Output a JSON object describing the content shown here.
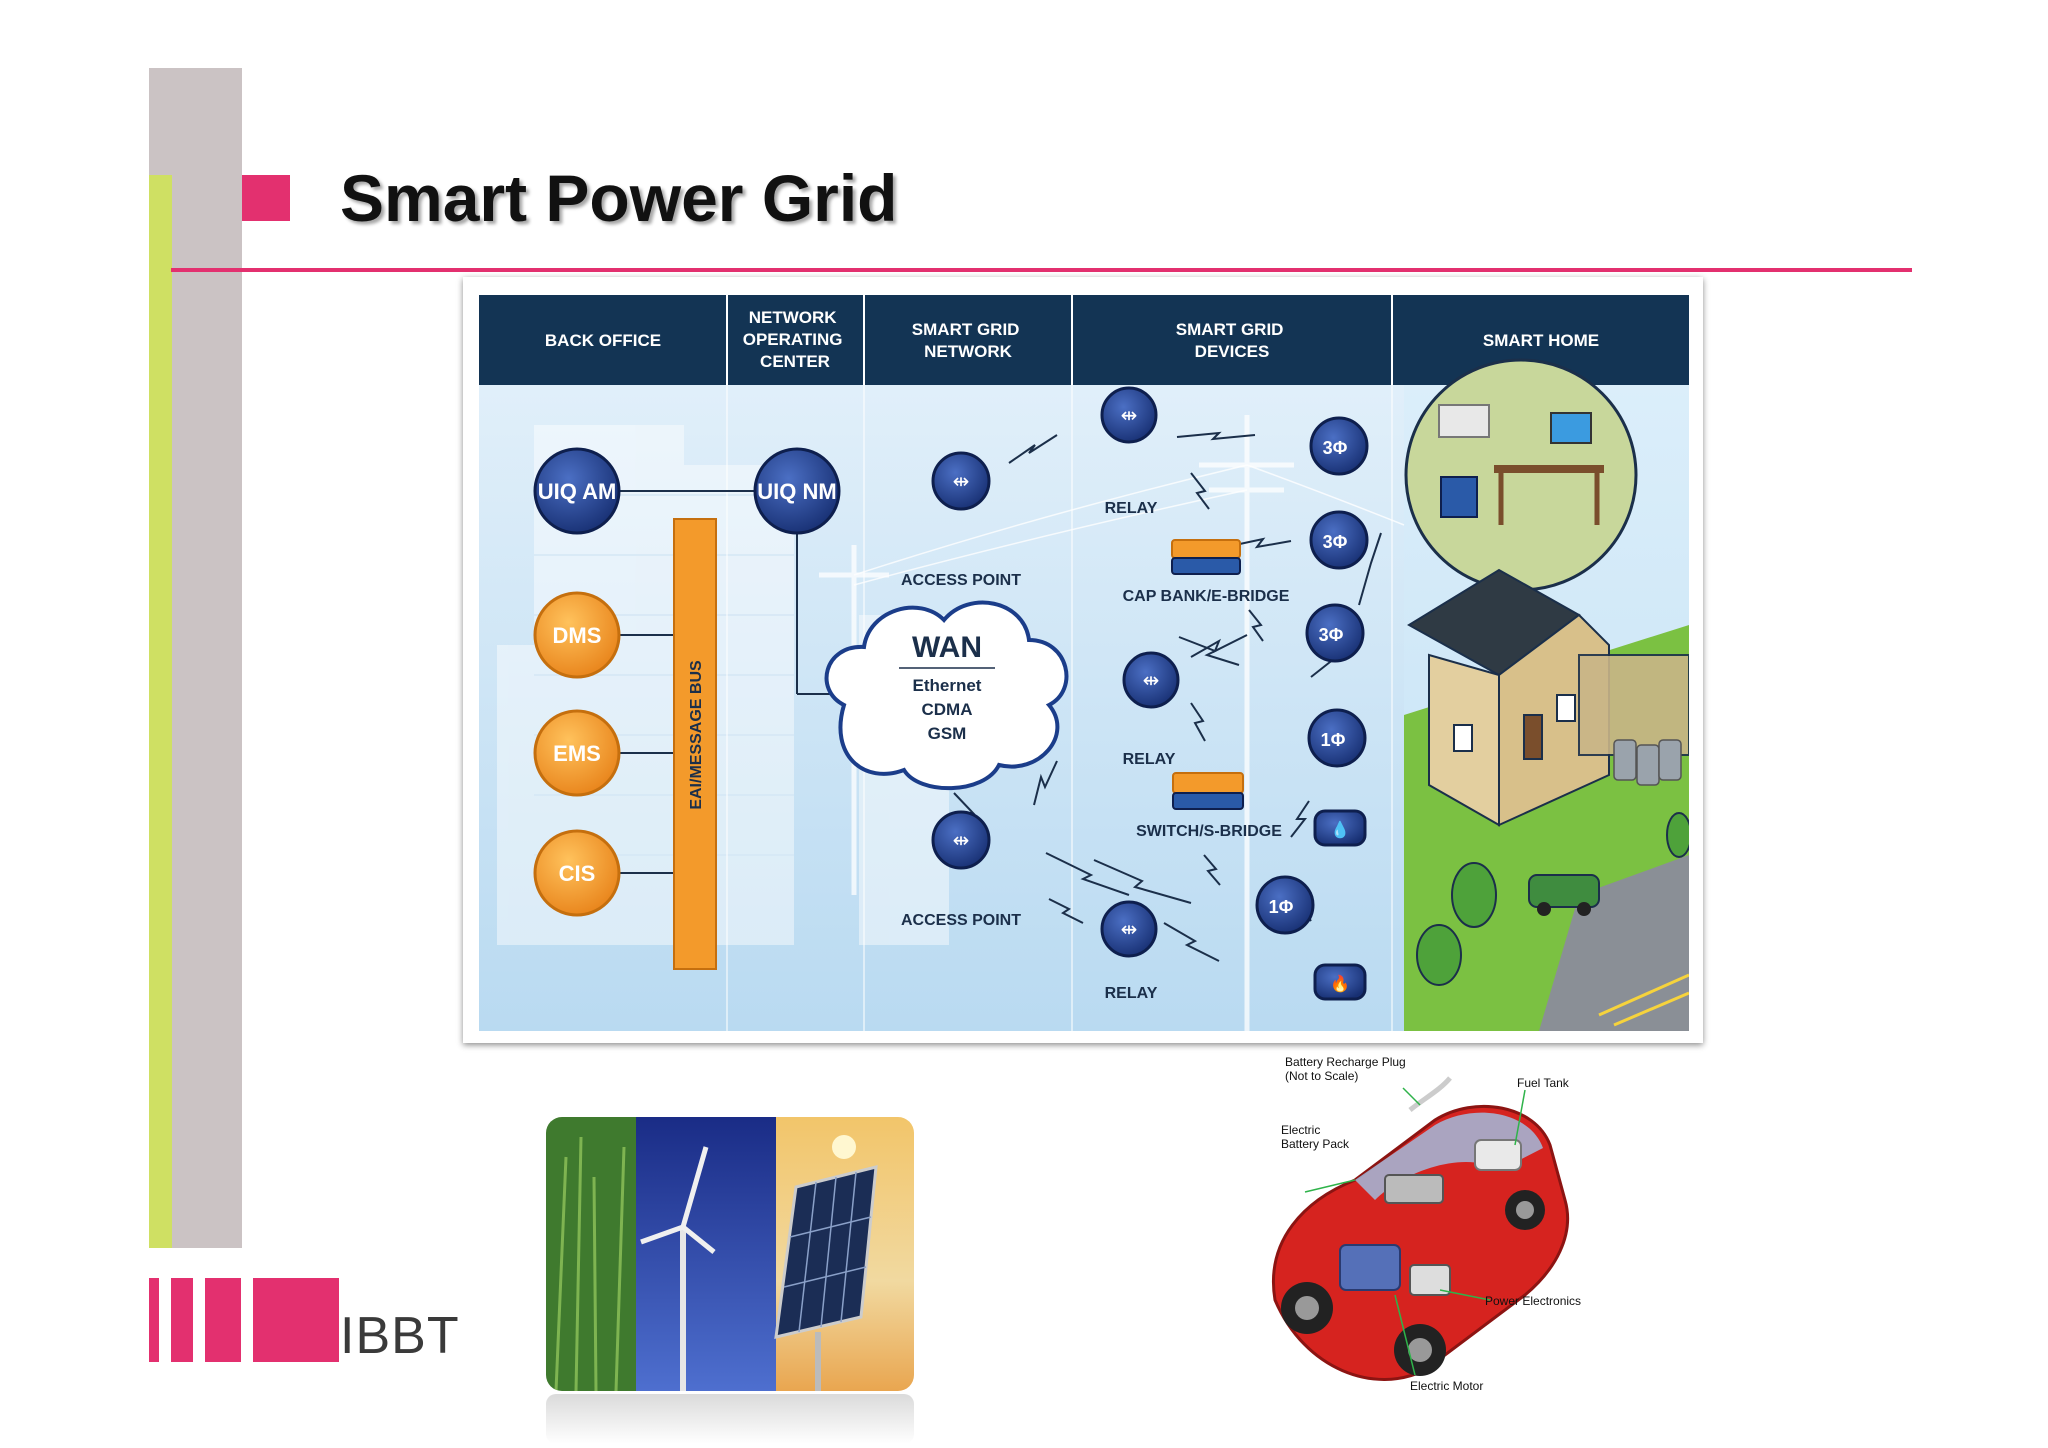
{
  "slide": {
    "title": "Smart Power Grid",
    "brand_color": "#e3306f",
    "accent_green": "#cfe063",
    "accent_grey": "#cbc3c4"
  },
  "diagram": {
    "columns": [
      {
        "lines": [
          "BACK OFFICE"
        ]
      },
      {
        "lines": [
          "NETWORK",
          "OPERATING",
          "CENTER"
        ]
      },
      {
        "lines": [
          "SMART GRID",
          "NETWORK"
        ]
      },
      {
        "lines": [
          "SMART GRID",
          "DEVICES"
        ]
      },
      {
        "lines": [
          "SMART HOME"
        ]
      }
    ],
    "back_office_nodes": [
      "UIQ AM",
      "DMS",
      "EMS",
      "CIS"
    ],
    "noc_node": "UIQ NM",
    "bus_label": "EAI/MESSAGE BUS",
    "wan": {
      "title": "WAN",
      "protocols": [
        "Ethernet",
        "CDMA",
        "GSM"
      ]
    },
    "labels": {
      "access_point": "ACCESS POINT",
      "relay": "RELAY",
      "cap_bank": "CAP BANK/E-BRIDGE",
      "switch": "SWITCH/S-BRIDGE"
    },
    "meters": [
      "3Φ",
      "3Φ",
      "3Φ",
      "1Φ",
      "1Φ"
    ],
    "colors": {
      "header": "#133454",
      "node_blue": "#1d3f8a",
      "node_orange": "#f39a2b",
      "sky": "#cfe6f6"
    }
  },
  "car": {
    "labels": {
      "plug_line1": "Battery Recharge Plug",
      "plug_line2": "(Not to Scale)",
      "fuel_tank": "Fuel Tank",
      "battery_line1": "Electric",
      "battery_line2": "Battery Pack",
      "power_electronics": "Power Electronics",
      "motor": "Electric Motor"
    }
  },
  "logo": {
    "text": "IBBT"
  }
}
